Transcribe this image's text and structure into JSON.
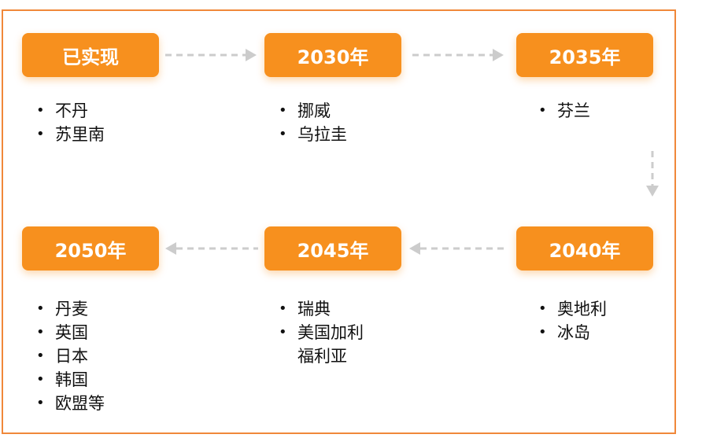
{
  "stages": [
    {
      "label": "已实现",
      "countries": [
        "不丹",
        "苏里南"
      ]
    },
    {
      "label": "2030年",
      "countries": [
        "挪威",
        "乌拉圭"
      ]
    },
    {
      "label": "2035年",
      "countries": [
        "芬兰"
      ]
    },
    {
      "label": "2040年",
      "countries": [
        "奥地利",
        "冰岛"
      ]
    },
    {
      "label": "2045年",
      "countries": [
        "瑞典",
        "美国加利",
        "福利亚"
      ]
    },
    {
      "label": "2050年",
      "countries": [
        "丹麦",
        "英国",
        "日本",
        "韩国",
        "欧盟等"
      ]
    }
  ],
  "colors": {
    "box": "#f7901e",
    "border": "#f0883a",
    "arrow": "#cccccc"
  }
}
